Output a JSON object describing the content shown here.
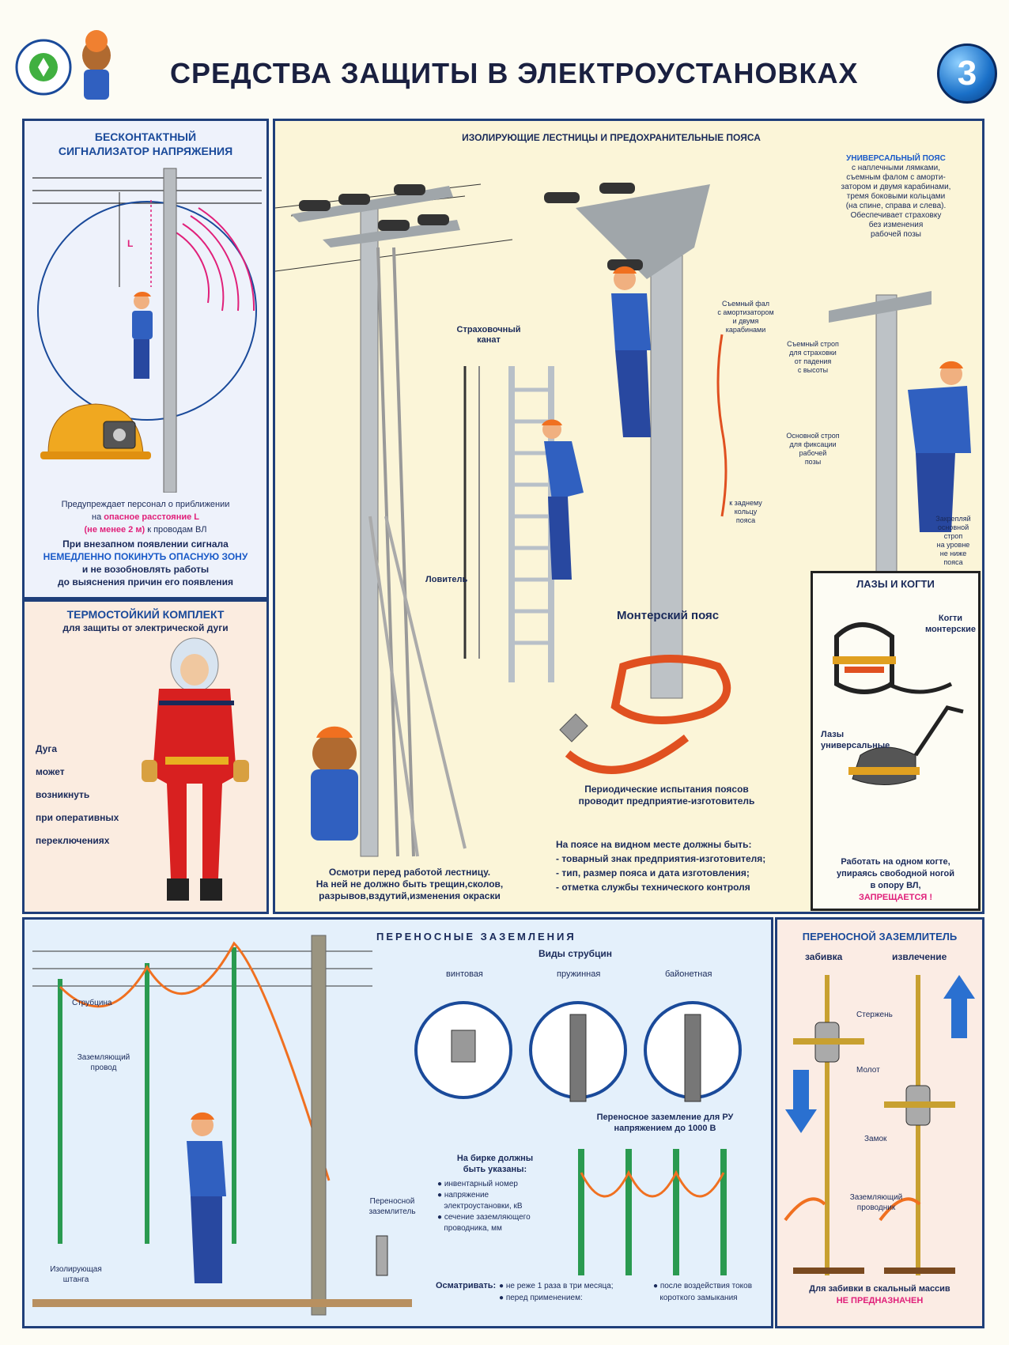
{
  "header": {
    "title": "СРЕДСТВА ЗАЩИТЫ В ЭЛЕКТРОУСТАНОВКАХ",
    "number": "3"
  },
  "signalizer": {
    "title1": "БЕСКОНТАКТНЫЙ",
    "title2": "СИГНАЛИЗАТОР НАПРЯЖЕНИЯ",
    "label_L": "L",
    "l1": "Предупреждает персонал о приближении",
    "l2a": "на ",
    "l2b": "опасное расстояние L",
    "l3a": "(не менее 2 м)",
    "l3b": " к проводам ВЛ",
    "l4": "При внезапном появлении сигнала",
    "l5": "НЕМЕДЛЕННО ПОКИНУТЬ ОПАСНУЮ ЗОНУ",
    "l6": "и не возобновлять работы",
    "l7": "до выяснения причин его появления"
  },
  "kit": {
    "title1": "ТЕРМОСТОЙКИЙ КОМПЛЕКТ",
    "title2": "для защиты от электрической дуги",
    "lines": [
      "Дуга",
      "может",
      "возникнуть",
      "при оперативных",
      "переключениях"
    ]
  },
  "ladders": {
    "title": "ИЗОЛИРУЮЩИЕ ЛЕСТНИЦЫ И ПРЕДОХРАНИТЕЛЬНЫЕ ПОЯСА",
    "rope1": "Страховочный",
    "rope2": "канат",
    "catcher": "Ловитель",
    "inspect1": "Осмотри перед работой лестницу.",
    "inspect2": "На ней не должно быть трещин,сколов,",
    "inspect3": "разрывов,вздутий,изменения окраски",
    "fal1": "Съемный фал",
    "fal2": "с амортизатором",
    "fal3": "и двумя",
    "fal4": "карабинами",
    "ring1": "к заднему",
    "ring2": "кольцу",
    "ring3": "пояса",
    "montbelt": "Монтерский пояс",
    "test1": "Периодические испытания поясов",
    "test2": "проводит предприятие-изготовитель",
    "mark_head": "На поясе на видном месте должны быть:",
    "mark1": "- товарный знак предприятия-изготовителя;",
    "mark2": "- тип, размер пояса и дата изготовления;",
    "mark3": "- отметка службы технического контроля"
  },
  "universal": {
    "title": "УНИВЕРСАЛЬНЫЙ ПОЯС",
    "l1": "с наплечными лямками,",
    "l2": "съемным фалом с аморти-",
    "l3": "затором и двумя карабинами,",
    "l4": "тремя боковыми кольцами",
    "l5": "(на спине, справа и слева).",
    "l6": "Обеспечивает страховку",
    "l7": "без изменения",
    "l8": "рабочей позы",
    "strop1a": "Съемный строп",
    "strop1b": "для страховки",
    "strop1c": "от падения",
    "strop1d": "с высоты",
    "strop2a": "Основной строп",
    "strop2b": "для фиксации",
    "strop2c": "рабочей",
    "strop2d": "позы",
    "fix1": "Закрепляй",
    "fix2": "основной",
    "fix3": "строп",
    "fix4": "на уровне",
    "fix5": "не ниже",
    "fix6": "пояса"
  },
  "lazy": {
    "title": "ЛАЗЫ И КОГТИ",
    "claws1": "Когти",
    "claws2": "монтерские",
    "lazy1": "Лазы",
    "lazy2": "универсальные",
    "warn1": "Работать на одном когте,",
    "warn2": "упираясь свободной ногой",
    "warn3": "в опору ВЛ,",
    "warn4": "ЗАПРЕЩАЕТСЯ !"
  },
  "grounding": {
    "title": "ПЕРЕНОСНЫЕ ЗАЗЕМЛЕНИЯ",
    "clamp": "Струбцина",
    "wire1": "Заземляющий",
    "wire2": "провод",
    "rod1": "Изолирующая",
    "rod2": "штанга",
    "gnd1": "Переносной",
    "gnd2": "заземлитель",
    "types": "Виды струбцин",
    "t1": "винтовая",
    "t2": "пружинная",
    "t3": "байонетная",
    "ru1": "Переносное заземление для РУ",
    "ru2": "напряжением до 1000 В",
    "tag1": "На бирке должны",
    "tag2": "быть указаны:",
    "tag_items": [
      "инвентарный номер",
      "напряжение",
      "электроустановки, кВ",
      "сечение заземляющего",
      "проводника, мм"
    ],
    "inspect": "Осматривать:",
    "i1": "не реже 1 раза в три месяца;",
    "i2": "перед применением:",
    "i3": "после воздействия токов",
    "i4": "короткого замыкания"
  },
  "grounder": {
    "title": "ПЕРЕНОСНОЙ ЗАЗЕМЛИТЕЛЬ",
    "drive": "забивка",
    "extract": "извлечение",
    "rodp": "Стержень",
    "hammer": "Молот",
    "lock": "Замок",
    "wire1": "Заземляющий",
    "wire2": "проводник",
    "note1": "Для забивки в скальный массив",
    "note2": "НЕ ПРЕДНАЗНАЧЕН"
  },
  "colors": {
    "accent": "#1a4a9a",
    "warn": "#e0207a",
    "orange": "#f07020"
  }
}
